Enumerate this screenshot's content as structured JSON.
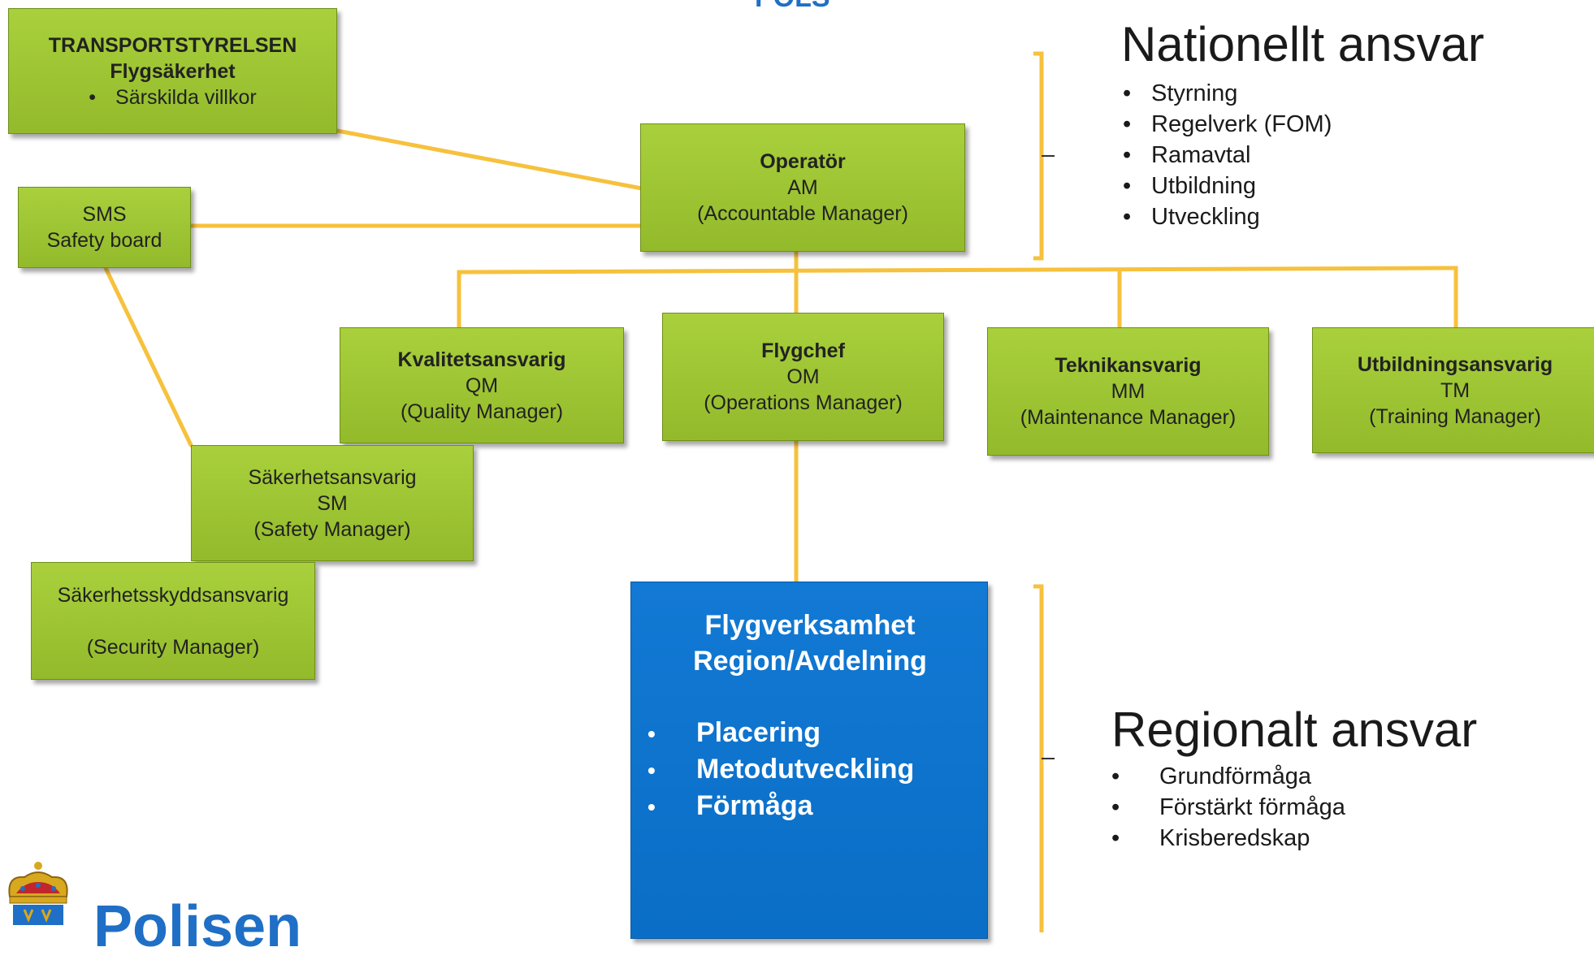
{
  "header_partial": "POLS",
  "transportstyrelsen": {
    "title": "TRANSPORTSTYRELSEN",
    "subtitle": "Flygsäkerhet",
    "item": "Särskilda villkor"
  },
  "sms": {
    "line1": "SMS",
    "line2": "Safety board"
  },
  "operator": {
    "title": "Operatör",
    "abbr": "AM",
    "role": "(Accountable Manager)"
  },
  "kvalitet": {
    "title": "Kvalitetsansvarig",
    "abbr": "QM",
    "role": "(Quality Manager)"
  },
  "flygchef": {
    "title": "Flygchef",
    "abbr": "OM",
    "role": "(Operations Manager)"
  },
  "teknik": {
    "title": "Teknikansvarig",
    "abbr": "MM",
    "role": "(Maintenance Manager)"
  },
  "utbildning": {
    "title": "Utbildningsansvarig",
    "abbr": "TM",
    "role": "(Training Manager)"
  },
  "sakerhet": {
    "title": "Säkerhetsansvarig",
    "abbr": "SM",
    "role": "(Safety Manager)"
  },
  "sakerhetsskydd": {
    "title": "Säkerhetsskyddsansvarig",
    "role": "(Security Manager)"
  },
  "flygverksamhet": {
    "title1": "Flygverksamhet",
    "title2": "Region/Avdelning",
    "items": [
      "Placering",
      "Metodutveckling",
      "Förmåga"
    ]
  },
  "nationellt": {
    "heading": "Nationellt ansvar",
    "items": [
      "Styrning",
      "Regelverk (FOM)",
      "Ramavtal",
      "Utbildning",
      "Utveckling"
    ]
  },
  "regionalt": {
    "heading": "Regionalt ansvar",
    "items": [
      "Grundförmåga",
      "Förstärkt förmåga",
      "Krisberedskap"
    ]
  },
  "logo_text": "Polisen",
  "colors": {
    "box_green": "#9cc434",
    "connector": "#f6c13d",
    "blue_box": "#0a6ec6",
    "logo_blue": "#1f6fc6"
  }
}
